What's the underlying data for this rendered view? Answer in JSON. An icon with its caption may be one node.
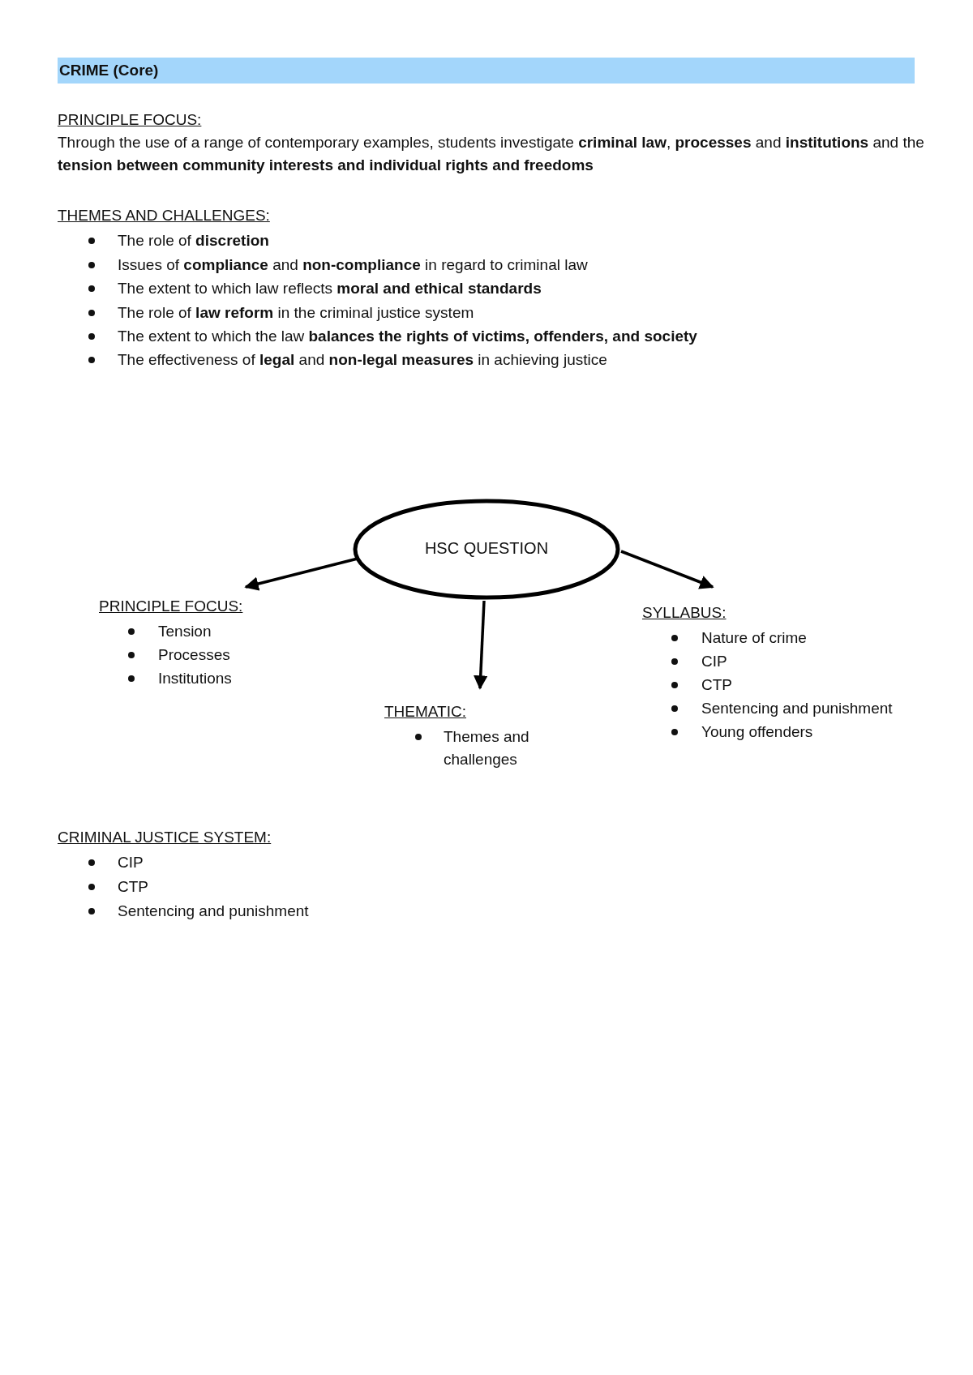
{
  "diagram": {
    "title": "CRIME (Core)",
    "nodes": [
      {
        "text": [
          "HSC QUESTION"
        ]
      },
      {
        "text": [
          "PRINCIPLE FOCUS:",
          "Tension",
          "Processes",
          "Institutions"
        ]
      },
      {
        "text": [
          "THEMATIC:",
          "Themes and challenges"
        ]
      },
      {
        "text": [
          "SYLLABUS:",
          "Nature of crime",
          "CIP",
          "CTP",
          "Sentencing and punishment",
          "Young offenders"
        ]
      }
    ],
    "edges": [
      {
        "from": 0,
        "to": 1,
        "arrow": "to"
      },
      {
        "from": 0,
        "to": 2,
        "arrow": "to"
      },
      {
        "from": 0,
        "to": 3,
        "arrow": "to"
      }
    ],
    "labels": [
      "PRINCIPLE FOCUS:",
      "Through the use of a range of contemporary examples, students investigate **criminal law**, **processes** and **institutions** and the **tension between community interests and individual rights and freedoms**",
      "THEMES AND CHALLENGES:",
      "The role of **discretion**",
      "Issues of **compliance** and **non-compliance** in regard to criminal law",
      "The extent to which law reflects **moral and ethical standards**",
      "The role of **law reform** in the criminal justice system",
      "The extent to which the law **balances the rights of victims, offenders, and society**",
      "The effectiveness of **legal** and **non-legal measures** in achieving justice",
      "CRIMINAL JUSTICE SYSTEM:",
      "CIP",
      "CTP",
      "Sentencing and punishment"
    ]
  }
}
